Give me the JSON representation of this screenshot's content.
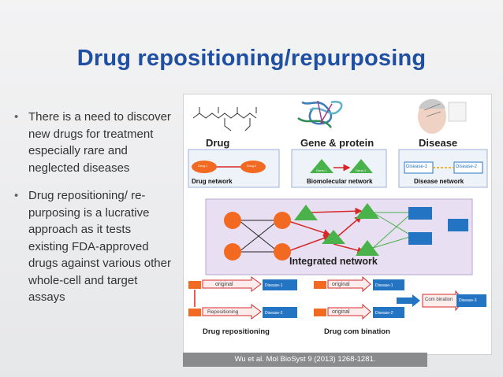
{
  "slide": {
    "title": "Drug repositioning/repurposing",
    "bullets": [
      "There is a need to discover new drugs for treatment especially rare and neglected diseases",
      "Drug repositioning/ re-purposing is a lucrative approach as it tests existing FDA-approved drugs against various other whole-cell and target assays"
    ],
    "bullet_glyph": "•",
    "caption": "Wu et al. Mol BioSyst 9 (2013) 1268-1281."
  },
  "figure": {
    "top_labels": [
      "Drug",
      "Gene & protein",
      "Disease"
    ],
    "network_labels": [
      "Drug network",
      "Biomolecular network",
      "Disease network"
    ],
    "drug_nodes": [
      "Drug-1",
      "Drug-2"
    ],
    "gene_nodes": [
      "Gene-1",
      "Gene-2"
    ],
    "disease_nodes": [
      "Disease-1",
      "Disease-2"
    ],
    "integrated_label": "Integrated network",
    "reposition": {
      "original": "original",
      "repositioning": "Repositioning",
      "disease1": "Disease-1",
      "disease2": "Disease-2",
      "footer": "Drug repositioning"
    },
    "combination": {
      "original1": "original",
      "original2": "original",
      "combination": "Com bination",
      "disease1": "Disease-1",
      "disease2": "Disease-2",
      "disease3": "Disease-3",
      "footer": "Drug com bination"
    }
  },
  "colors": {
    "title": "#1f4fa3",
    "drug_node": "#f26a21",
    "gene_node": "#49b24a",
    "disease_node": "#2474c4",
    "integrated_bg": "#e8dff2"
  }
}
